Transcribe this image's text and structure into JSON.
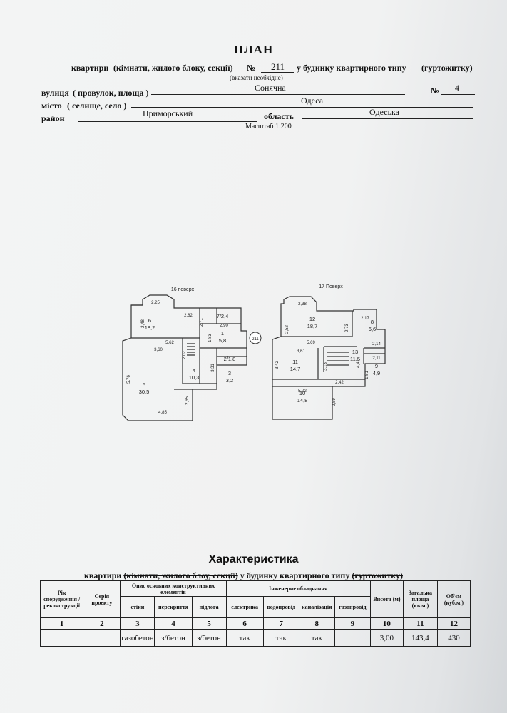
{
  "header": {
    "title": "ПЛАН",
    "line1_prefix": "квартири",
    "line1_strike": "(кімнати, жилого блоку, секції)",
    "line1_no_sign": "№",
    "apartment_no": "211",
    "line1_mid": "у будинку квартирного типу",
    "line1_strike2": "(гуртожитку)",
    "hint": "(вказати необхідне)",
    "street_label": "вулиця",
    "street_strike": "( провулок, площа )",
    "street_value": "Сонячна",
    "house_no_sign": "№",
    "house_no": "4",
    "city_label": "місто",
    "city_strike": "( селище, село )",
    "city_value": "Одеса",
    "district_label": "район",
    "district_value": "Приморський",
    "region_label": "область",
    "region_value": "Одеська",
    "scale": "Масштаб 1:200"
  },
  "plan": {
    "floor16_label": "16 поверх",
    "floor17_label": "17 Поверх",
    "apt_badge": "211",
    "floor16": {
      "rooms": [
        {
          "num": "6",
          "area": "18,2"
        },
        {
          "num": "1",
          "area": "5,8"
        },
        {
          "num": "7/2,4",
          "area": ""
        },
        {
          "num": "2/1,8",
          "area": ""
        },
        {
          "num": "3",
          "area": "3,2"
        },
        {
          "num": "4",
          "area": "10,3"
        },
        {
          "num": "5",
          "area": "30,5"
        }
      ],
      "dims": [
        "2,25",
        "2,82",
        "2,48",
        "2,71",
        "2,90",
        "5,62",
        "1,83",
        "3,60",
        "2,02",
        "3,31",
        "5,76",
        "2,65",
        "4,85"
      ]
    },
    "floor17": {
      "rooms": [
        {
          "num": "12",
          "area": "18,7"
        },
        {
          "num": "8",
          "area": "6,6"
        },
        {
          "num": "13",
          "area": "11,5"
        },
        {
          "num": "11",
          "area": "14,7"
        },
        {
          "num": "9",
          "area": "4,9"
        },
        {
          "num": "10",
          "area": "14,8"
        }
      ],
      "dims": [
        "2,38",
        "2,52",
        "2,73",
        "2,17",
        "5,69",
        "2,14",
        "3,61",
        "2,11",
        "3,42",
        "3,13",
        "4,42",
        "1,51",
        "2,42",
        "5,72",
        "2,59"
      ]
    }
  },
  "characteristics": {
    "title": "Характеристика",
    "subtitle_prefix": "квартири",
    "subtitle_strike": "(кімнати, жилого блоу, секції)",
    "subtitle_mid": "у будинку квартирного типу",
    "subtitle_strike2": "(гуртожитку)",
    "headers": {
      "year": "Рік спорудження / реконструкції",
      "series": "Серія проекту",
      "elements_group": "Опис основних конструктивних елементів",
      "walls": "стіни",
      "floors": "перекриття",
      "flooring": "підлога",
      "engineering_group": "Інженерне обладнання",
      "electric": "електрика",
      "water": "водопровід",
      "sewer": "каналізація",
      "gas": "газопровід",
      "height": "Висота (м)",
      "total_area": "Загальна площа (кв.м.)",
      "volume": "Об'єм (куб.м.)"
    },
    "col_numbers": [
      "1",
      "2",
      "3",
      "4",
      "5",
      "6",
      "7",
      "8",
      "9",
      "10",
      "11",
      "12"
    ],
    "values": [
      "",
      "",
      "газобетон",
      "з/бетон",
      "з/бетон",
      "так",
      "так",
      "так",
      "",
      "3,00",
      "143,4",
      "430"
    ]
  }
}
